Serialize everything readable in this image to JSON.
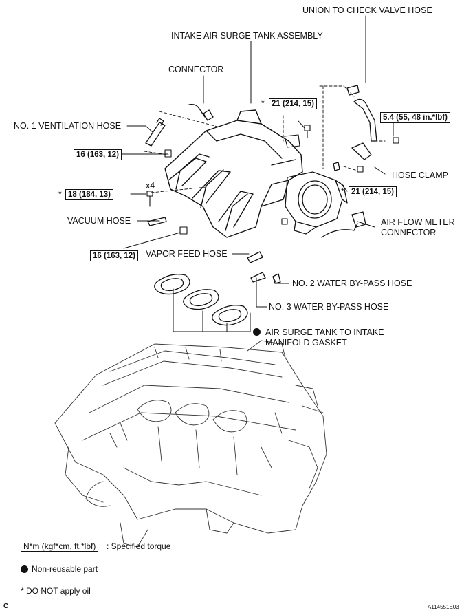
{
  "labels": {
    "union_to_check_valve_hose": "UNION TO CHECK VALVE HOSE",
    "intake_air_surge_tank_assembly": "INTAKE AIR SURGE TANK ASSEMBLY",
    "connector": "CONNECTOR",
    "no1_ventilation_hose": "NO. 1 VENTILATION HOSE",
    "hose_clamp": "HOSE CLAMP",
    "vacuum_hose": "VACUUM HOSE",
    "air_flow_meter_connector_line1": "AIR FLOW METER",
    "air_flow_meter_connector_line2": "CONNECTOR",
    "vapor_feed_hose": "VAPOR FEED HOSE",
    "no2_water_bypass_hose": "NO. 2 WATER BY-PASS HOSE",
    "no3_water_bypass_hose": "NO. 3 WATER BY-PASS HOSE",
    "gasket_line1": "AIR SURGE TANK TO INTAKE",
    "gasket_line2": "MANIFOLD GASKET",
    "x4": "x4"
  },
  "torques": {
    "t21_top": "21 (214, 15)",
    "t54": "5.4 (55, 48 in.*lbf)",
    "t16_upper": "16 (163, 12)",
    "t18": "18 (184, 13)",
    "t21_right": "21 (214, 15)",
    "t16_lower": "16 (163, 12)"
  },
  "asterisk": "*",
  "legend": {
    "torque_box": "N*m (kgf*cm, ft.*lbf)",
    "torque_text": ": Specified torque",
    "nonreusable": "Non-reusable part",
    "no_oil": "* DO NOT apply oil"
  },
  "corner_left": "C",
  "figure_id": "A114551E03"
}
